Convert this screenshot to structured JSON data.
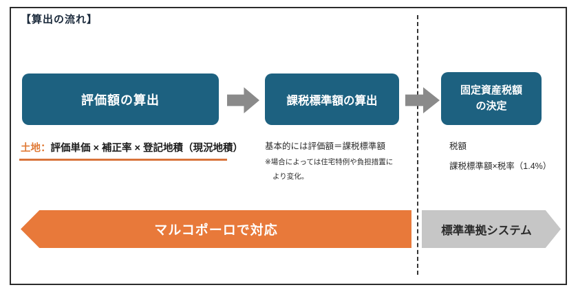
{
  "title": "【算出の流れ】",
  "flow": {
    "steps": [
      {
        "label": "評価額の算出"
      },
      {
        "label": "課税標準額の算出"
      },
      {
        "label": "固定資産税額\nの決定"
      }
    ]
  },
  "notes": {
    "land_formula_label": "土地：",
    "land_formula": "評価単価 × 補正率 × 登記地積（現況地積）",
    "taxable_note_main": "基本的には評価額＝課税標準額",
    "taxable_note_sub1": "※場合によっては住宅特例や負担措置に",
    "taxable_note_sub2": "より変化。",
    "tax_label": "税額",
    "tax_formula": "課税標準額×税率（1.4%）"
  },
  "banners": {
    "marco_polo": "マルコポーロで対応",
    "standard_system": "標準準拠システム"
  },
  "colors": {
    "box_teal": "#1d6180",
    "arrow_gray": "#8a8a8a",
    "banner_orange": "#e8793a",
    "banner_gray": "#c6c6c6",
    "accent_orange_text": "#e07a36",
    "title_navy": "#1b2a3b"
  }
}
